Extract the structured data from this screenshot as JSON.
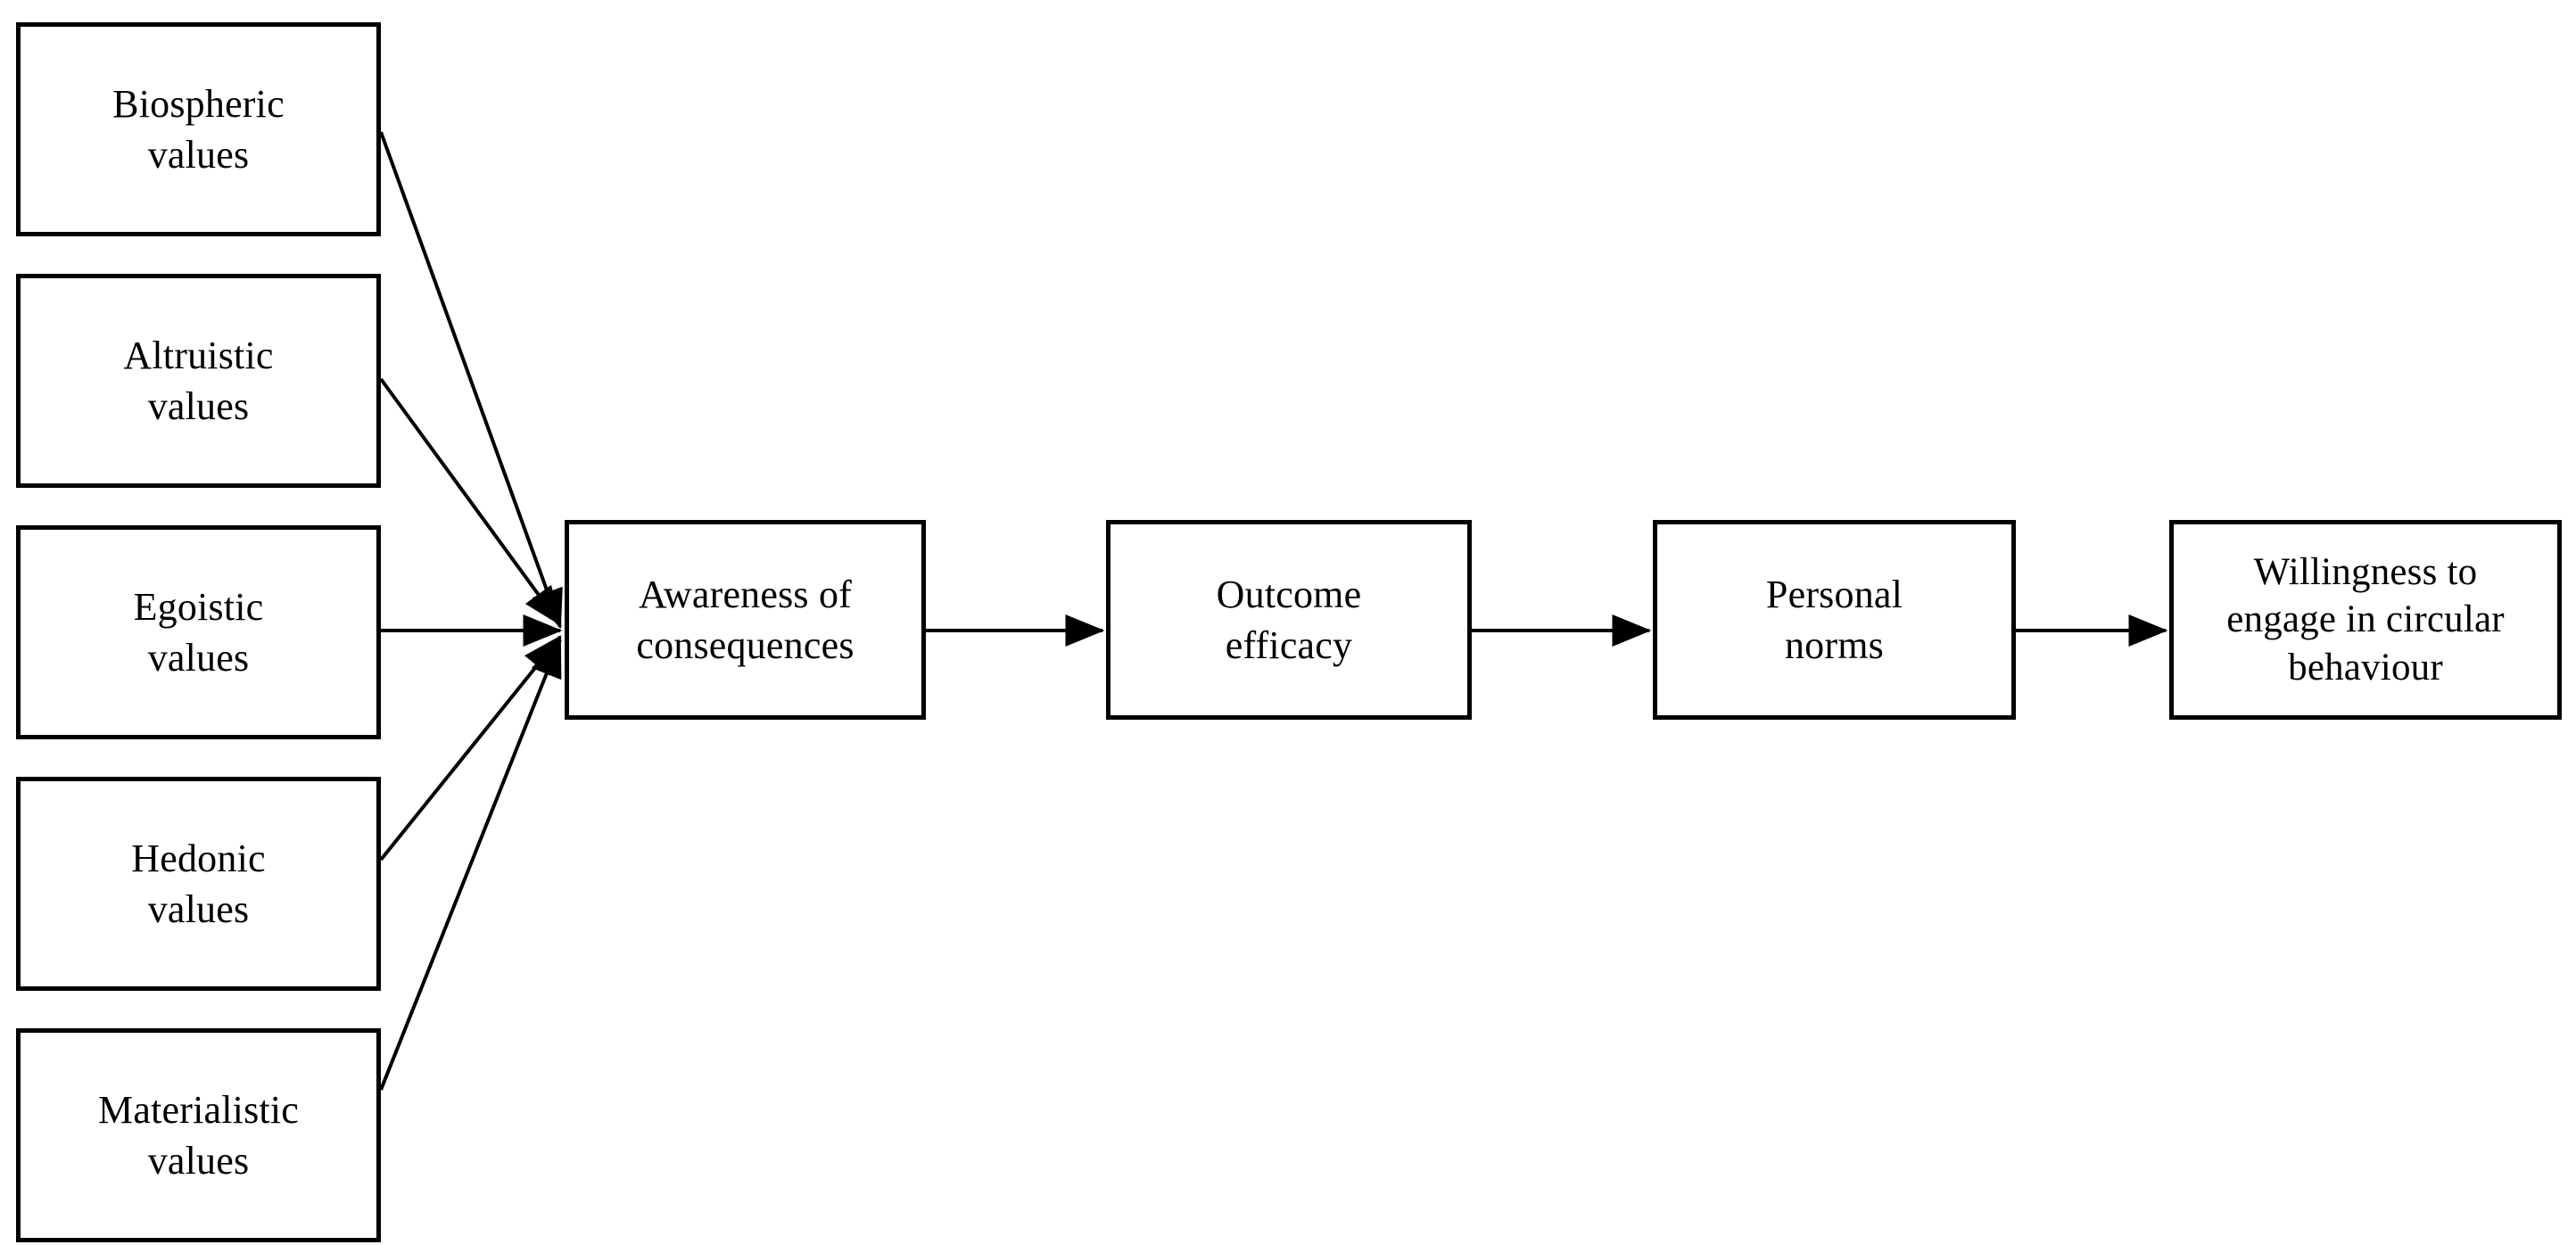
{
  "figure": {
    "type": "conceptual-path-model-diagram",
    "background_color": "#ffffff",
    "line_color": "#000000",
    "text_color": "#000000"
  },
  "nodes": {
    "antecedents": [
      {
        "id": "biospheric-values",
        "label": "Biospheric\nvalues"
      },
      {
        "id": "altruistic-values",
        "label": "Altruistic\nvalues"
      },
      {
        "id": "egoistic-values",
        "label": "Egoistic\nvalues"
      },
      {
        "id": "hedonic-values",
        "label": "Hedonic\nvalues"
      },
      {
        "id": "materialistic-values",
        "label": "Materialistic\nvalues"
      }
    ],
    "chain": [
      {
        "id": "awareness-of-consequences",
        "label": "Awareness of\nconsequences"
      },
      {
        "id": "outcome-efficacy",
        "label": "Outcome\nefficacy"
      },
      {
        "id": "personal-norms",
        "label": "Personal\nnorms"
      },
      {
        "id": "willingness-to-engage",
        "label": "Willingness to\nengage in circular\nbehaviour"
      }
    ]
  },
  "edges": [
    {
      "from": "biospheric-values",
      "to": "awareness-of-consequences",
      "arrowhead": true
    },
    {
      "from": "altruistic-values",
      "to": "awareness-of-consequences",
      "arrowhead": true
    },
    {
      "from": "egoistic-values",
      "to": "awareness-of-consequences",
      "arrowhead": true
    },
    {
      "from": "hedonic-values",
      "to": "awareness-of-consequences",
      "arrowhead": true
    },
    {
      "from": "materialistic-values",
      "to": "awareness-of-consequences",
      "arrowhead": true
    },
    {
      "from": "awareness-of-consequences",
      "to": "outcome-efficacy",
      "arrowhead": true
    },
    {
      "from": "outcome-efficacy",
      "to": "personal-norms",
      "arrowhead": true
    },
    {
      "from": "personal-norms",
      "to": "willingness-to-engage",
      "arrowhead": true
    }
  ]
}
